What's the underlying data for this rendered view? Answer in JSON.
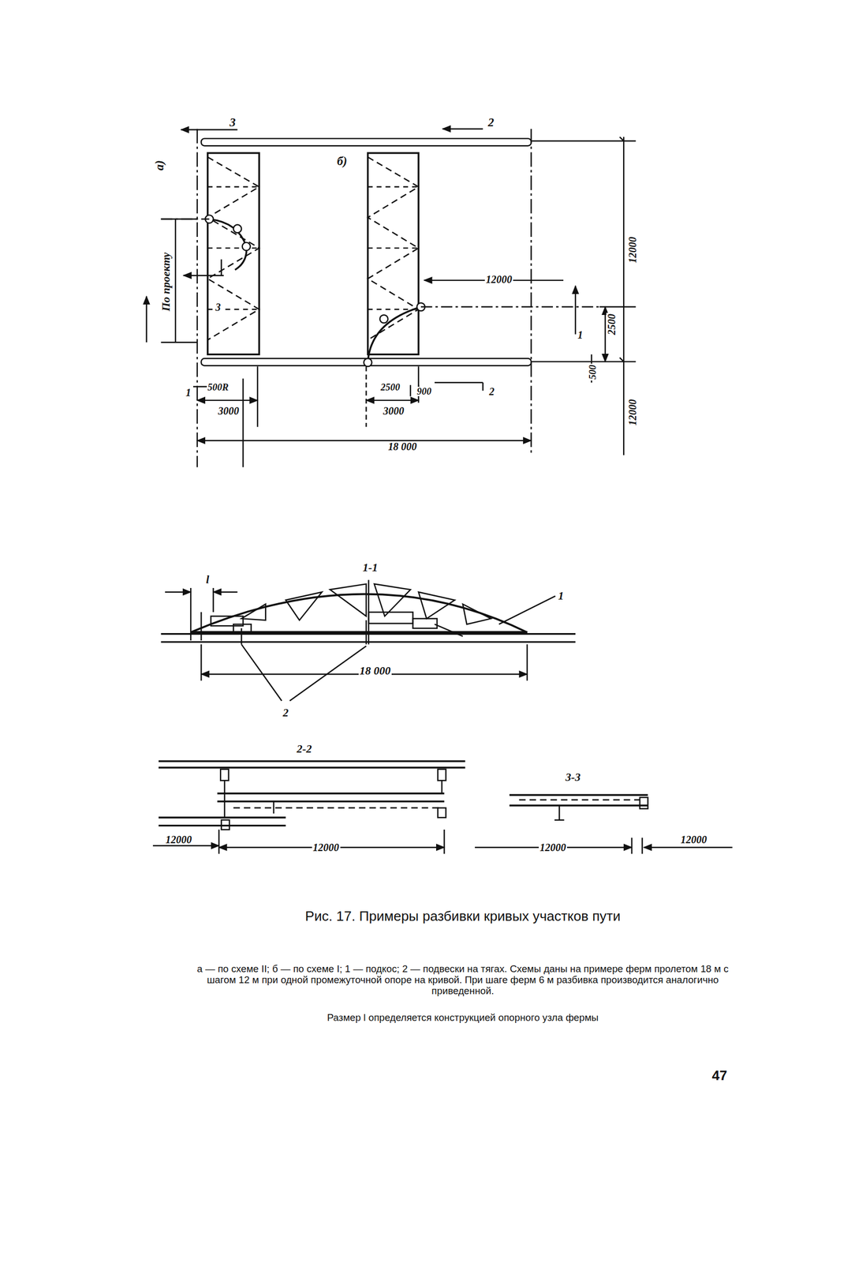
{
  "diagram": {
    "caption": "Рис. 17. Примеры разбивки кривых участков пути",
    "labels": [
      "3",
      "2",
      "а)",
      "б)",
      "По проекту",
      "3",
      "12000",
      "12000",
      "1",
      "2500",
      "500",
      "12000",
      "1",
      "500R",
      "2500",
      "900",
      "2",
      "3000",
      "3000",
      "18 000",
      "1-1",
      "l",
      "1",
      "18 000",
      "2",
      "2-2",
      "12000",
      "12000",
      "3-3",
      "12000",
      "12000",
      "а — по схеме II; б — по схеме I; 1 — подкос; 2 — подвески на тягах. Схемы даны на примере ферм пролетом 18 м с шагом 12 м при одной промежуточной опоре на кривой. При шаге ферм 6 м разбивка производится аналогично приведенной.",
      "Размер l определяется конструкцией опорного узла фермы",
      "47"
    ]
  }
}
